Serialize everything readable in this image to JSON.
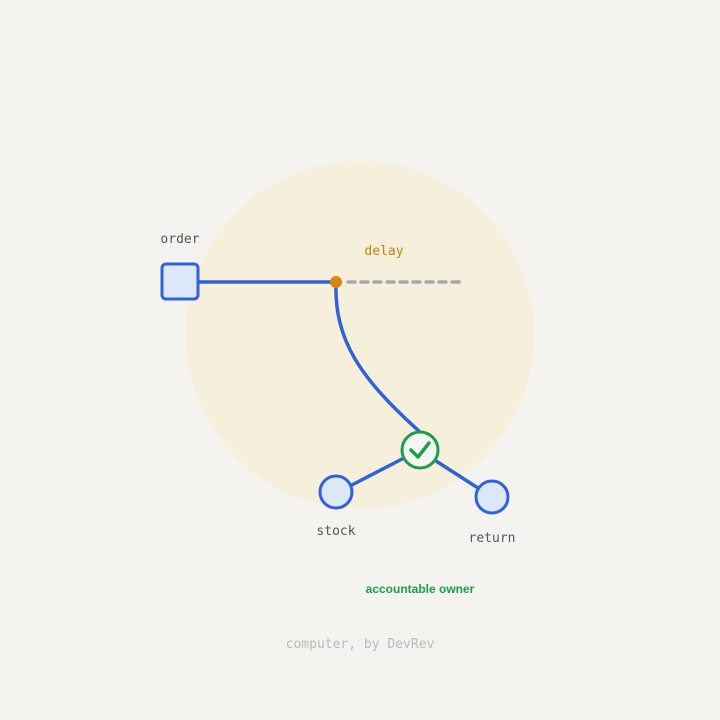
{
  "labels": {
    "order": "order",
    "delay": "delay",
    "stock": "stock",
    "return": "return",
    "owner": "accountable owner",
    "credit": "computer, by DevRev"
  },
  "colors": {
    "background": "#f4f3ef",
    "halo": "#f6efdc",
    "line": "#2f62d9",
    "node_fill": "#dce7fa",
    "delay_dot": "#d4890c",
    "delay_text": "#c7820a",
    "dashed": "#a7a8ab",
    "check": "#1e9e4a",
    "owner_text": "#1e9e4a",
    "label_text": "#55565a",
    "credit_text": "#b9b9bb"
  },
  "icons": {
    "check": "check-circle-icon"
  }
}
